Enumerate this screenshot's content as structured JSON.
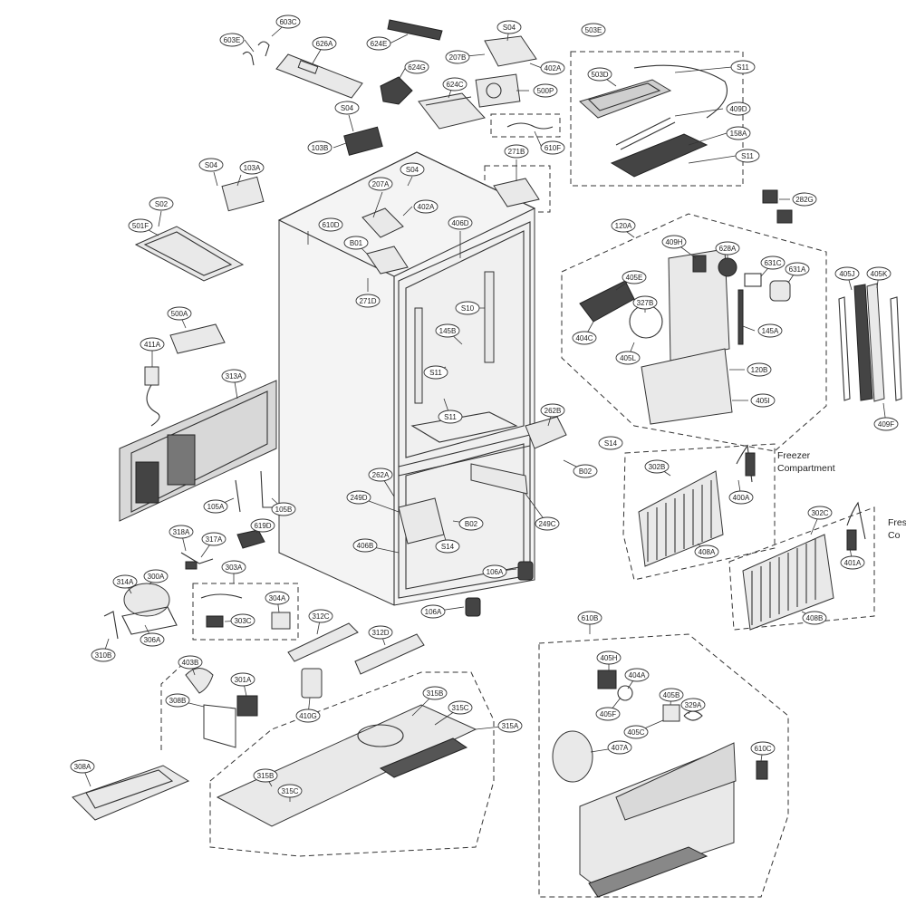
{
  "captions": {
    "freezer": [
      "Freezer",
      "Compartment"
    ],
    "fresh": [
      "Fres",
      "Co"
    ]
  },
  "callouts": [
    {
      "id": "603C",
      "label": "603C"
    },
    {
      "id": "603E",
      "label": "603E"
    },
    {
      "id": "626A",
      "label": "626A"
    },
    {
      "id": "624E",
      "label": "624E"
    },
    {
      "id": "624G",
      "label": "624G"
    },
    {
      "id": "624C",
      "label": "624C"
    },
    {
      "id": "S04a",
      "label": "S04"
    },
    {
      "id": "207B",
      "label": "207B"
    },
    {
      "id": "402Aa",
      "label": "402A"
    },
    {
      "id": "500P",
      "label": "500P"
    },
    {
      "id": "610F",
      "label": "610F"
    },
    {
      "id": "503E",
      "label": "503E"
    },
    {
      "id": "503D",
      "label": "503D"
    },
    {
      "id": "S11a",
      "label": "S11"
    },
    {
      "id": "409D",
      "label": "409D"
    },
    {
      "id": "158A",
      "label": "158A"
    },
    {
      "id": "S11b",
      "label": "S11"
    },
    {
      "id": "S04b",
      "label": "S04"
    },
    {
      "id": "103B",
      "label": "103B"
    },
    {
      "id": "S04c",
      "label": "S04"
    },
    {
      "id": "103A",
      "label": "103A"
    },
    {
      "id": "S04d",
      "label": "S04"
    },
    {
      "id": "207A",
      "label": "207A"
    },
    {
      "id": "402Ab",
      "label": "402A"
    },
    {
      "id": "271B",
      "label": "271B"
    },
    {
      "id": "282G",
      "label": "282G"
    },
    {
      "id": "S02",
      "label": "S02"
    },
    {
      "id": "501F",
      "label": "501F"
    },
    {
      "id": "610D",
      "label": "610D"
    },
    {
      "id": "B01",
      "label": "B01"
    },
    {
      "id": "406D",
      "label": "406D"
    },
    {
      "id": "271D",
      "label": "271D"
    },
    {
      "id": "120A",
      "label": "120A"
    },
    {
      "id": "409H",
      "label": "409H"
    },
    {
      "id": "628A",
      "label": "628A"
    },
    {
      "id": "631C",
      "label": "631C"
    },
    {
      "id": "631A",
      "label": "631A"
    },
    {
      "id": "405E",
      "label": "405E"
    },
    {
      "id": "327B",
      "label": "327B"
    },
    {
      "id": "404C",
      "label": "404C"
    },
    {
      "id": "405L",
      "label": "405L"
    },
    {
      "id": "145A",
      "label": "145A"
    },
    {
      "id": "120B",
      "label": "120B"
    },
    {
      "id": "405I",
      "label": "405I"
    },
    {
      "id": "405J",
      "label": "405J"
    },
    {
      "id": "405K",
      "label": "405K"
    },
    {
      "id": "409F",
      "label": "409F"
    },
    {
      "id": "S10",
      "label": "S10"
    },
    {
      "id": "145B",
      "label": "145B"
    },
    {
      "id": "S11c",
      "label": "S11"
    },
    {
      "id": "S11d",
      "label": "S11"
    },
    {
      "id": "500A",
      "label": "500A"
    },
    {
      "id": "411A",
      "label": "411A"
    },
    {
      "id": "313A",
      "label": "313A"
    },
    {
      "id": "262B",
      "label": "262B"
    },
    {
      "id": "S14a",
      "label": "S14"
    },
    {
      "id": "B02a",
      "label": "B02"
    },
    {
      "id": "262A",
      "label": "262A"
    },
    {
      "id": "249D",
      "label": "249D"
    },
    {
      "id": "B02b",
      "label": "B02"
    },
    {
      "id": "S14b",
      "label": "S14"
    },
    {
      "id": "249C",
      "label": "249C"
    },
    {
      "id": "406B",
      "label": "406B"
    },
    {
      "id": "106Aa",
      "label": "106A"
    },
    {
      "id": "106Ab",
      "label": "106A"
    },
    {
      "id": "105A",
      "label": "105A"
    },
    {
      "id": "105B",
      "label": "105B"
    },
    {
      "id": "619D",
      "label": "619D"
    },
    {
      "id": "318A",
      "label": "318A"
    },
    {
      "id": "317A",
      "label": "317A"
    },
    {
      "id": "303A",
      "label": "303A"
    },
    {
      "id": "304A",
      "label": "304A"
    },
    {
      "id": "303C",
      "label": "303C"
    },
    {
      "id": "314A",
      "label": "314A"
    },
    {
      "id": "300A",
      "label": "300A"
    },
    {
      "id": "306A",
      "label": "306A"
    },
    {
      "id": "310B",
      "label": "310B"
    },
    {
      "id": "312C",
      "label": "312C"
    },
    {
      "id": "312D",
      "label": "312D"
    },
    {
      "id": "410G",
      "label": "410G"
    },
    {
      "id": "302B",
      "label": "302B"
    },
    {
      "id": "400A",
      "label": "400A"
    },
    {
      "id": "408A",
      "label": "408A"
    },
    {
      "id": "302C",
      "label": "302C"
    },
    {
      "id": "401A",
      "label": "401A"
    },
    {
      "id": "408B",
      "label": "408B"
    },
    {
      "id": "403B",
      "label": "403B"
    },
    {
      "id": "301A",
      "label": "301A"
    },
    {
      "id": "308B",
      "label": "308B"
    },
    {
      "id": "315B",
      "label": "315B"
    },
    {
      "id": "315C",
      "label": "315C"
    },
    {
      "id": "315A",
      "label": "315A"
    },
    {
      "id": "315Bb",
      "label": "315B"
    },
    {
      "id": "315Cb",
      "label": "315C"
    },
    {
      "id": "308A",
      "label": "308A"
    },
    {
      "id": "610B",
      "label": "610B"
    },
    {
      "id": "405H",
      "label": "405H"
    },
    {
      "id": "404A",
      "label": "404A"
    },
    {
      "id": "405B",
      "label": "405B"
    },
    {
      "id": "329A",
      "label": "329A"
    },
    {
      "id": "405F",
      "label": "405F"
    },
    {
      "id": "405C",
      "label": "405C"
    },
    {
      "id": "407A",
      "label": "407A"
    },
    {
      "id": "610C",
      "label": "610C"
    }
  ]
}
